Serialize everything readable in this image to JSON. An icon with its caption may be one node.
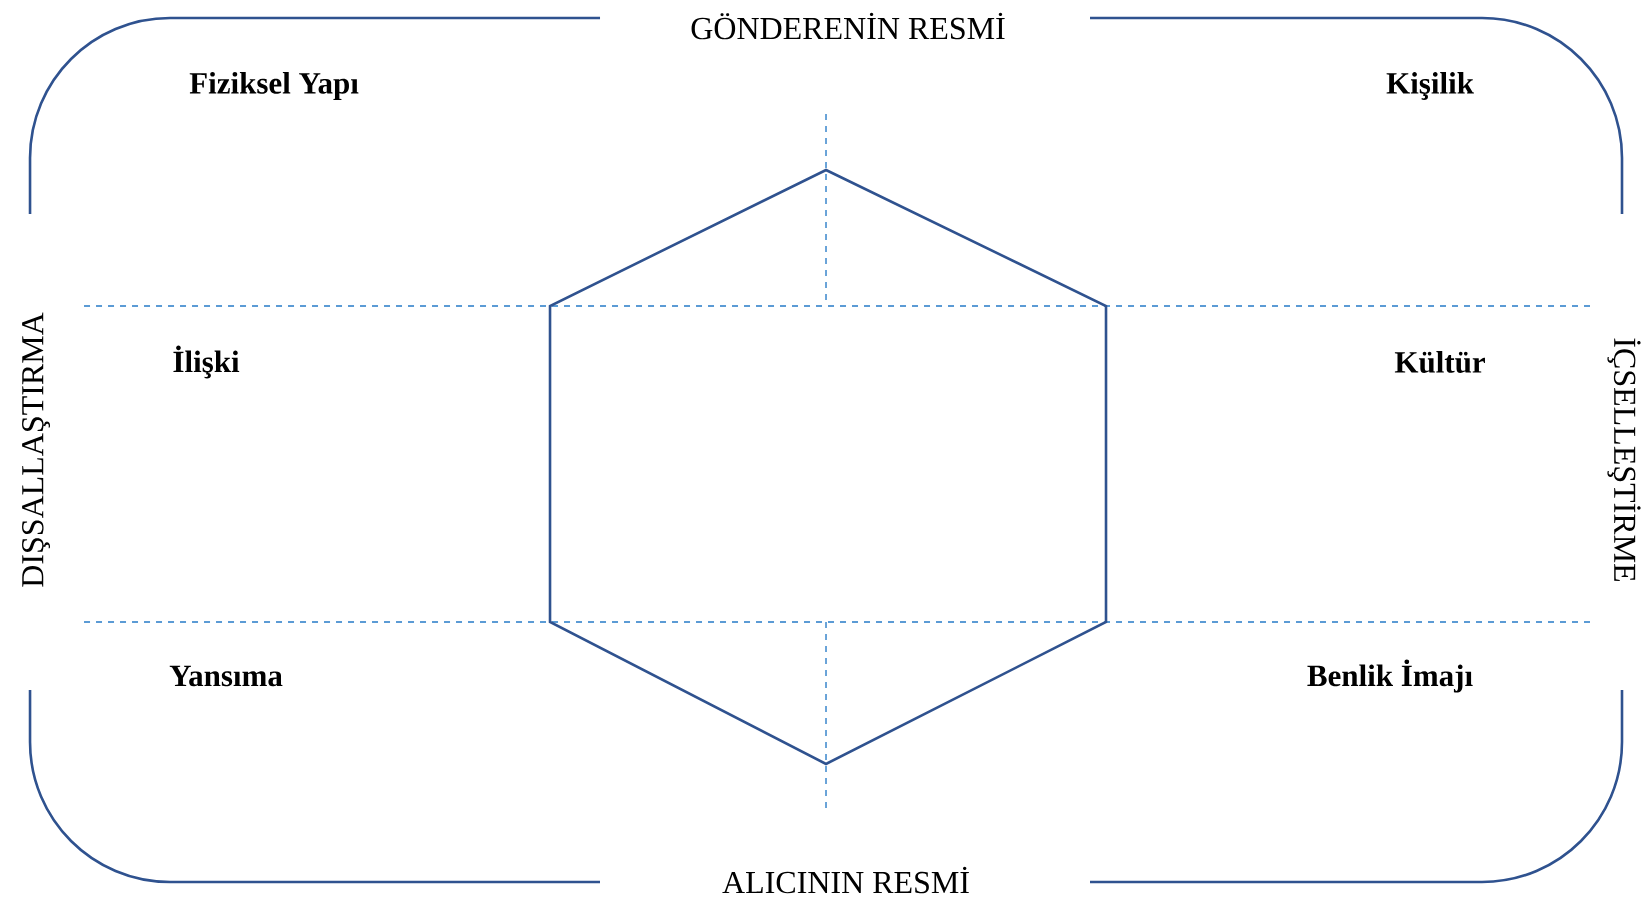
{
  "diagram": {
    "labels": [
      "GÖNDERENİN RESMİ",
      "Fiziksel Yapı",
      "Kişilik",
      "DIŞSALLAŞTIRMA",
      "İlişki",
      "Kültür",
      "İÇSELLEŞTİRME",
      "Yansıma",
      "Benlik İmajı",
      "ALICININ RESMİ"
    ]
  }
}
